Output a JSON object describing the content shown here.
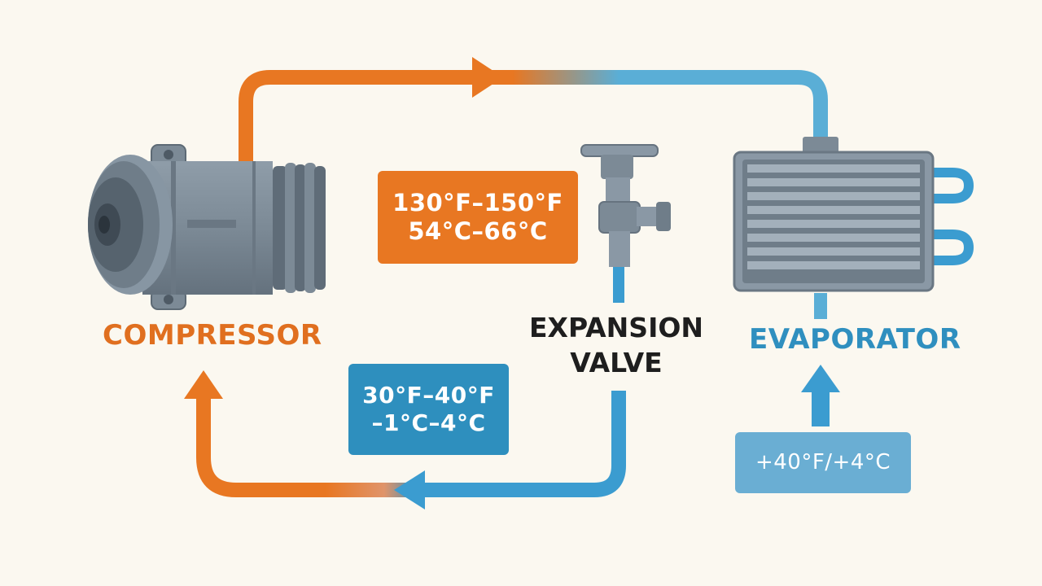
{
  "labels": {
    "compressor": "COMPRESSOR",
    "expansion_valve": [
      "EXPANSION",
      "VALVE"
    ],
    "evaporator": "EVAPORATOR"
  },
  "temperatures": {
    "high_side": [
      "130°F–150°F",
      "54°C–66°C"
    ],
    "low_side": [
      "30°F–40°F",
      "–1°C–4°C"
    ],
    "ambient": "+40°F/+4°C"
  },
  "colors": {
    "hot_line": "#e87722",
    "cold_line": "#2e8fbe",
    "ambient_box": "#6aaed3",
    "metal": "#6f7d89",
    "background": "#fbf8f0"
  },
  "icons": [
    "compressor-icon",
    "expansion-valve-icon",
    "evaporator-icon",
    "flow-arrow-icon"
  ]
}
